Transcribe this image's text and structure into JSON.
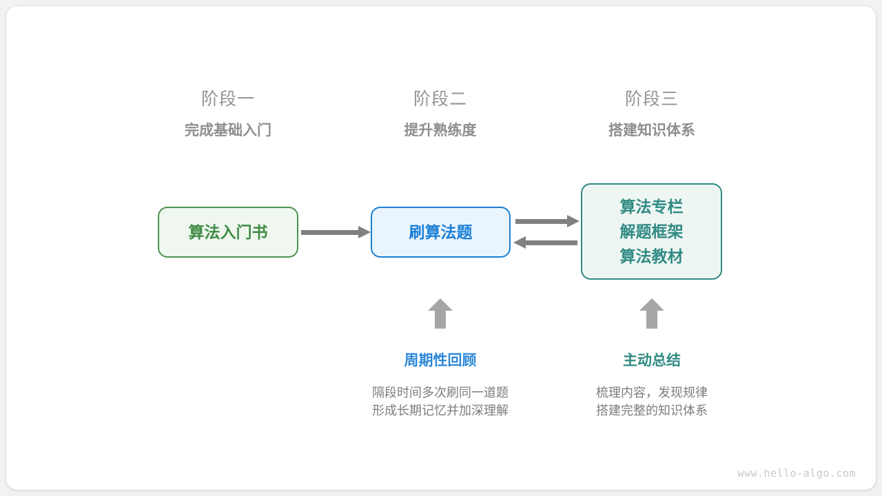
{
  "page": {
    "background_color": "#f2f2f2",
    "card_color": "#ffffff",
    "watermark": "www.hello-algo.com"
  },
  "phases": [
    {
      "title": "阶段一",
      "subtitle": "完成基础入门"
    },
    {
      "title": "阶段二",
      "subtitle": "提升熟练度"
    },
    {
      "title": "阶段三",
      "subtitle": "搭建知识体系"
    }
  ],
  "nodes": {
    "book": {
      "lines": [
        "算法入门书"
      ],
      "color": "#3f8b46",
      "border_color": "#4c9152",
      "fill_color": "#eff7ef"
    },
    "practice": {
      "lines": [
        "刷算法题"
      ],
      "color": "#1a7fd4",
      "border_color": "#1a7fd4",
      "fill_color": "#eaf4fd"
    },
    "knowledge": {
      "lines": [
        "算法专栏",
        "解题框架",
        "算法教材"
      ],
      "color": "#2f8a82",
      "border_color": "#2f8a82",
      "fill_color": "#eef6f4"
    }
  },
  "arrows": {
    "color": "#808080",
    "book_to_practice": "right",
    "practice_to_knowledge": "right",
    "knowledge_to_practice": "left",
    "up_arrow_color": "#a6a6a6"
  },
  "notes": [
    {
      "title": "周期性回顾",
      "color": "#2b87d8",
      "desc_line_1": "隔段时间多次刷同一道题",
      "desc_line_2": "形成长期记忆并加深理解"
    },
    {
      "title": "主动总结",
      "color": "#2f8a82",
      "desc_line_1": "梳理内容，发现规律",
      "desc_line_2": "搭建完整的知识体系"
    }
  ]
}
